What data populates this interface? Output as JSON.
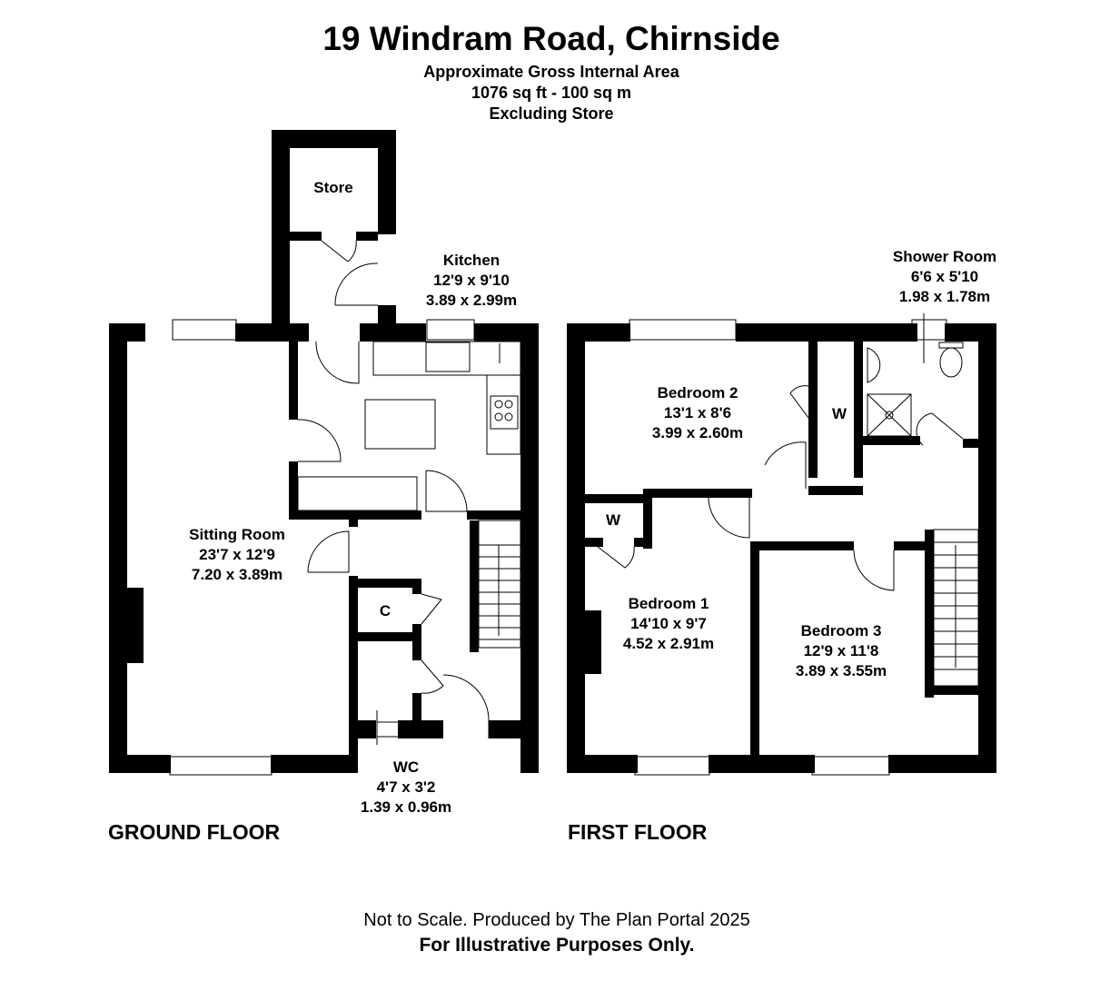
{
  "header": {
    "title": "19 Windram Road, Chirnside",
    "subtitle_lines": [
      "Approximate Gross Internal Area",
      "1076 sq ft - 100 sq m",
      "Excluding Store"
    ]
  },
  "ground_floor": {
    "label": "GROUND FLOOR",
    "rooms": [
      {
        "name": "Store",
        "imperial": "",
        "metric": ""
      },
      {
        "name": "Kitchen",
        "imperial": "12'9 x 9'10",
        "metric": "3.89 x 2.99m"
      },
      {
        "name": "Sitting Room",
        "imperial": "23'7 x 12'9",
        "metric": "7.20 x 3.89m"
      },
      {
        "name": "C",
        "imperial": "",
        "metric": ""
      },
      {
        "name": "WC",
        "imperial": "4'7 x 3'2",
        "metric": "1.39 x 0.96m"
      }
    ]
  },
  "first_floor": {
    "label": "FIRST FLOOR",
    "rooms": [
      {
        "name": "Shower Room",
        "imperial": "6'6 x 5'10",
        "metric": "1.98 x 1.78m"
      },
      {
        "name": "Bedroom 2",
        "imperial": "13'1 x 8'6",
        "metric": "3.99 x 2.60m"
      },
      {
        "name": "W",
        "imperial": "",
        "metric": ""
      },
      {
        "name": "W",
        "imperial": "",
        "metric": ""
      },
      {
        "name": "Bedroom 1",
        "imperial": "14'10 x 9'7",
        "metric": "4.52 x 2.91m"
      },
      {
        "name": "Bedroom 3",
        "imperial": "12'9 x 11'8",
        "metric": "3.89 x 3.55m"
      }
    ]
  },
  "footer": {
    "line1": "Not to Scale. Produced by The Plan Portal 2025",
    "line2": "For Illustrative Purposes Only."
  },
  "colors": {
    "wall": "#000000",
    "background": "#ffffff",
    "fixture": "#555555"
  }
}
